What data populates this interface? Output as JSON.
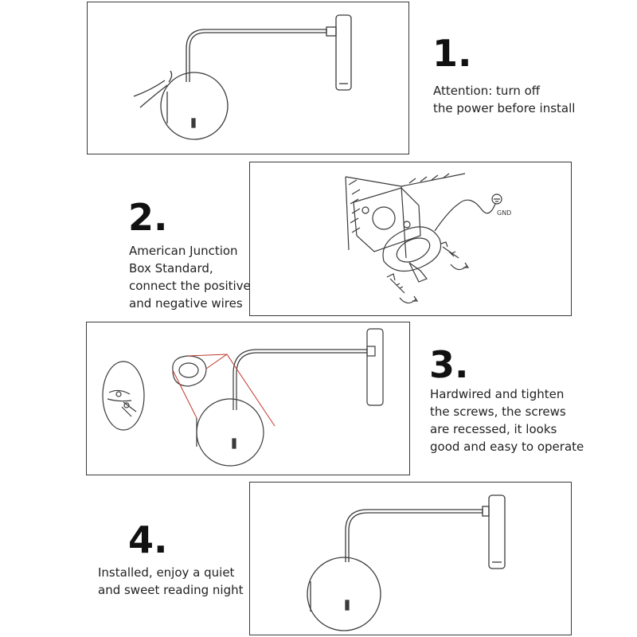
{
  "steps": [
    {
      "number": "1.",
      "text": "Attention: turn off\nthe power before install"
    },
    {
      "number": "2.",
      "text": "American Junction\nBox Standard,\nconnect the positive\nand negative wires"
    },
    {
      "number": "3.",
      "text": "Hardwired and tighten\nthe screws, the screws\nare recessed, it looks\ngood and easy to operate"
    },
    {
      "number": "4.",
      "text": "Installed, enjoy a quiet\nand sweet reading night"
    }
  ],
  "labels": {
    "gnd": "GND"
  },
  "colors": {
    "line": "#3a3a3a",
    "accent": "#c0392b"
  }
}
